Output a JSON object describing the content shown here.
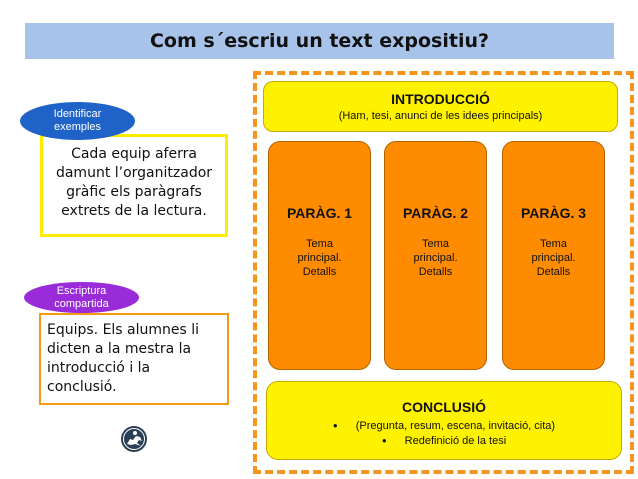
{
  "title": "Com s´escriu un text expositiu?",
  "left": {
    "identify_pill": "Identificar\nexemples",
    "identify_text": "Cada equip aferra damunt l’organitzador gràfic els paràgrafs extrets de la lectura.",
    "writing_pill": "Escriptura\ncompartida",
    "writing_text": "Equips. Els alumnes li dicten a la mestra la introducció i la conclusió."
  },
  "diagram": {
    "intro_title": "INTRODUCCIÓ",
    "intro_sub": "(Ham, tesi, anunci de les idees principals)",
    "paragraphs": [
      {
        "title": "PARÀG. 1",
        "l1": "Tema",
        "l2": "principal.",
        "l3": "Detalls"
      },
      {
        "title": "PARÀG. 2",
        "l1": "Tema",
        "l2": "principal.",
        "l3": "Detalls"
      },
      {
        "title": "PARÀG. 3",
        "l1": "Tema",
        "l2": "principal.",
        "l3": "Detalls"
      }
    ],
    "concl_title": "CONCLUSIÓ",
    "concl_items": [
      "(Pregunta, resum, escena, invitació, cita)",
      "Redefinició de la tesi"
    ]
  },
  "colors": {
    "title_bar": "#a7c3ea",
    "yellow": "#fff200",
    "orange": "#ff8c00",
    "blue_pill": "#1f63c9",
    "purple_pill": "#9a2bd8"
  },
  "icons": {
    "logo": "rider-logo-icon"
  }
}
